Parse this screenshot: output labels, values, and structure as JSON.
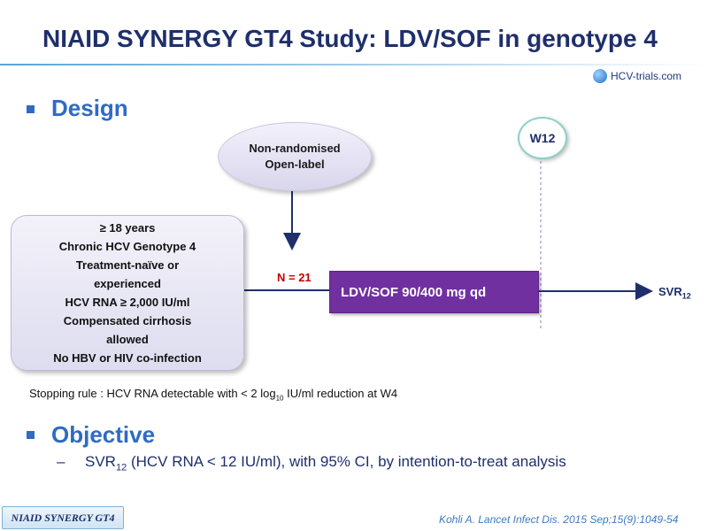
{
  "title": "NIAID SYNERGY GT4 Study: LDV/SOF in genotype 4",
  "logo": {
    "text": "HCV-trials.com",
    "icon": "globe-icon"
  },
  "design_heading": "Design",
  "ellipse": {
    "line1": "Non-randomised",
    "line2": "Open-label"
  },
  "w12_label": "W12",
  "criteria": [
    "≥ 18 years",
    "Chronic HCV Genotype 4",
    "Treatment-naïve or",
    "experienced",
    "HCV RNA ≥ 2,000 IU/ml",
    "Compensated cirrhosis",
    "allowed",
    "No HBV or HIV co-infection"
  ],
  "n_label": "N = 21",
  "treatment_label": "LDV/SOF 90/400 mg qd",
  "svr_label": {
    "main": "SVR",
    "sub": "12"
  },
  "stopping_rule": {
    "before": "Stopping rule : HCV RNA detectable with < 2 log",
    "sub": "10",
    "after": " IU/ml reduction at W4"
  },
  "objective_heading": "Objective",
  "objective_item": {
    "dash": "–",
    "main": "SVR",
    "sub": "12",
    "rest": " (HCV RNA < 12 IU/ml), with 95% CI, by intention-to-treat analysis"
  },
  "footer_tag": "NIAID SYNERGY GT4",
  "reference": "Kohli A. Lancet Infect Dis. 2015 Sep;15(9):1049-54",
  "colors": {
    "title": "#1F2F6B",
    "accent_blue": "#2E6BC4",
    "treatment_purple": "#7030A0",
    "n_label_red": "#C00000"
  }
}
